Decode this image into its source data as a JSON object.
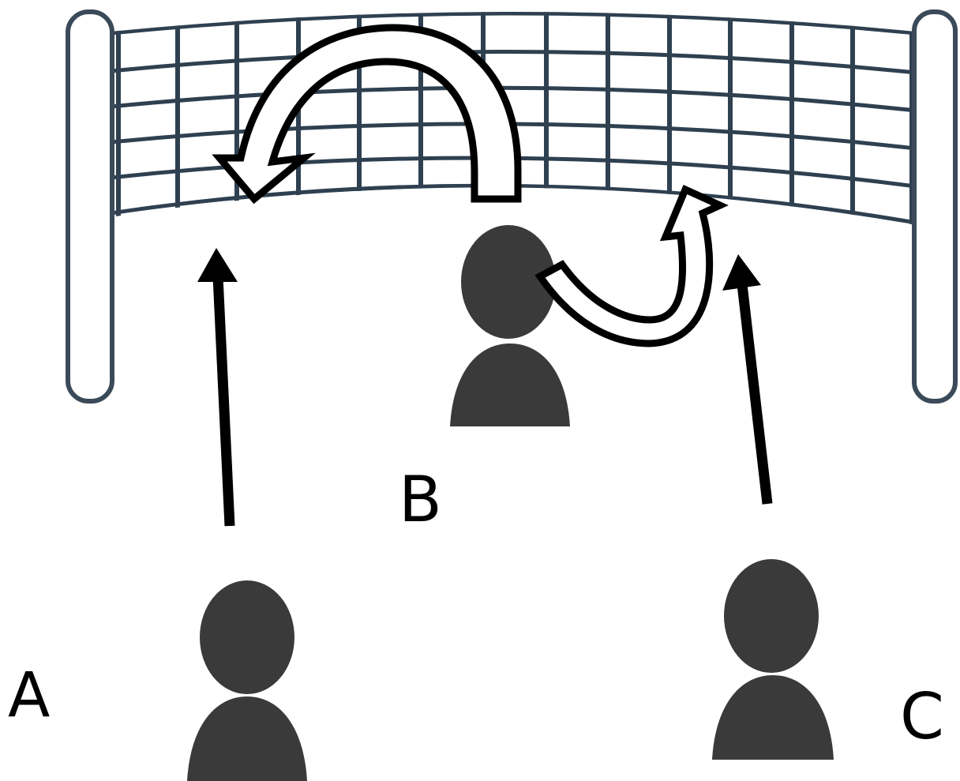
{
  "diagram": {
    "players": [
      {
        "id": "A",
        "label": "A"
      },
      {
        "id": "B",
        "label": "B"
      },
      {
        "id": "C",
        "label": "C"
      }
    ],
    "colors": {
      "player": "#3a3a3a",
      "net": "#2f4050",
      "post": "#3a4a58",
      "arrow": "#000000"
    }
  }
}
